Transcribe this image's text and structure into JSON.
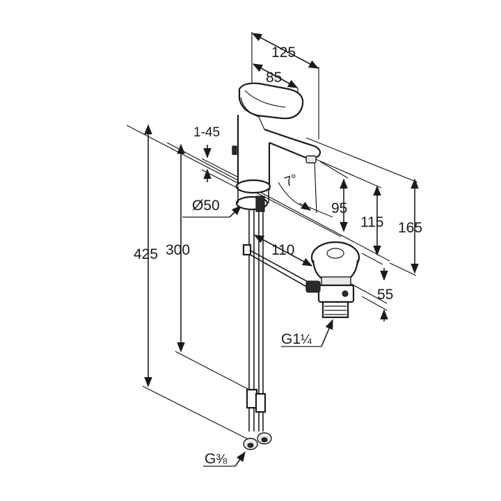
{
  "dimensions": {
    "spout_reach_total": "125",
    "spout_reach_inner": "85",
    "deck_thickness": "1-45",
    "angle": "7°",
    "base_diameter": "Ø50",
    "outlet_height": "95",
    "spout_height": "115",
    "overall_height": "165",
    "drain_offset": "110",
    "drain_depth": "55",
    "drain_thread_main": "G1",
    "drain_thread_frac": "¼",
    "overall_hose_length": "425",
    "hose_length": "300",
    "hose_thread_main": "G",
    "hose_thread_frac": "⅜"
  }
}
